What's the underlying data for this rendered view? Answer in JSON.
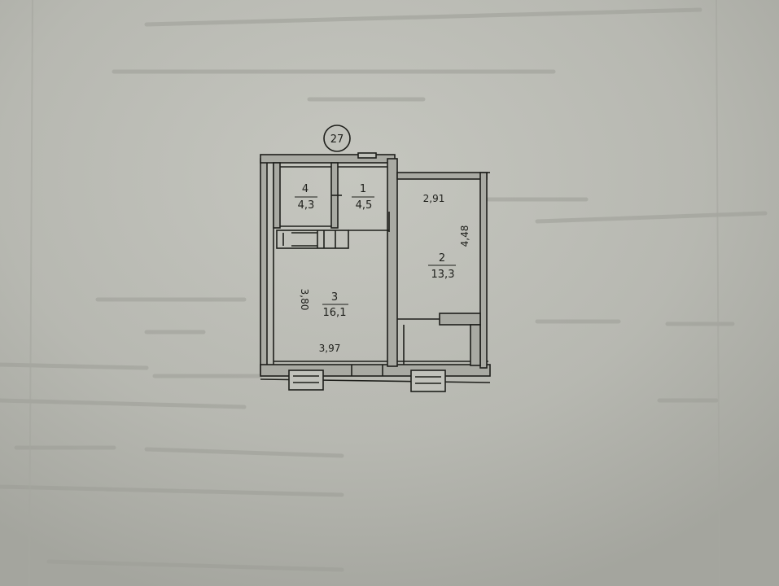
{
  "document": {
    "type": "apartment floor plan",
    "apartment_number": "27"
  },
  "rooms": [
    {
      "number": "1",
      "area": "4,5"
    },
    {
      "number": "2",
      "area": "13,3"
    },
    {
      "number": "3",
      "area": "16,1"
    },
    {
      "number": "4",
      "area": "4,3"
    }
  ],
  "dimensions": {
    "room2_width": "2,91",
    "room2_length": "4,48",
    "room3_length": "3,80",
    "room3_width": "3,97"
  },
  "colors": {
    "paper": "#b3b4ad",
    "paper_light": "#c1c2bb",
    "ink": "#1e1f1b",
    "wall_fill": "#a9aaa3"
  }
}
